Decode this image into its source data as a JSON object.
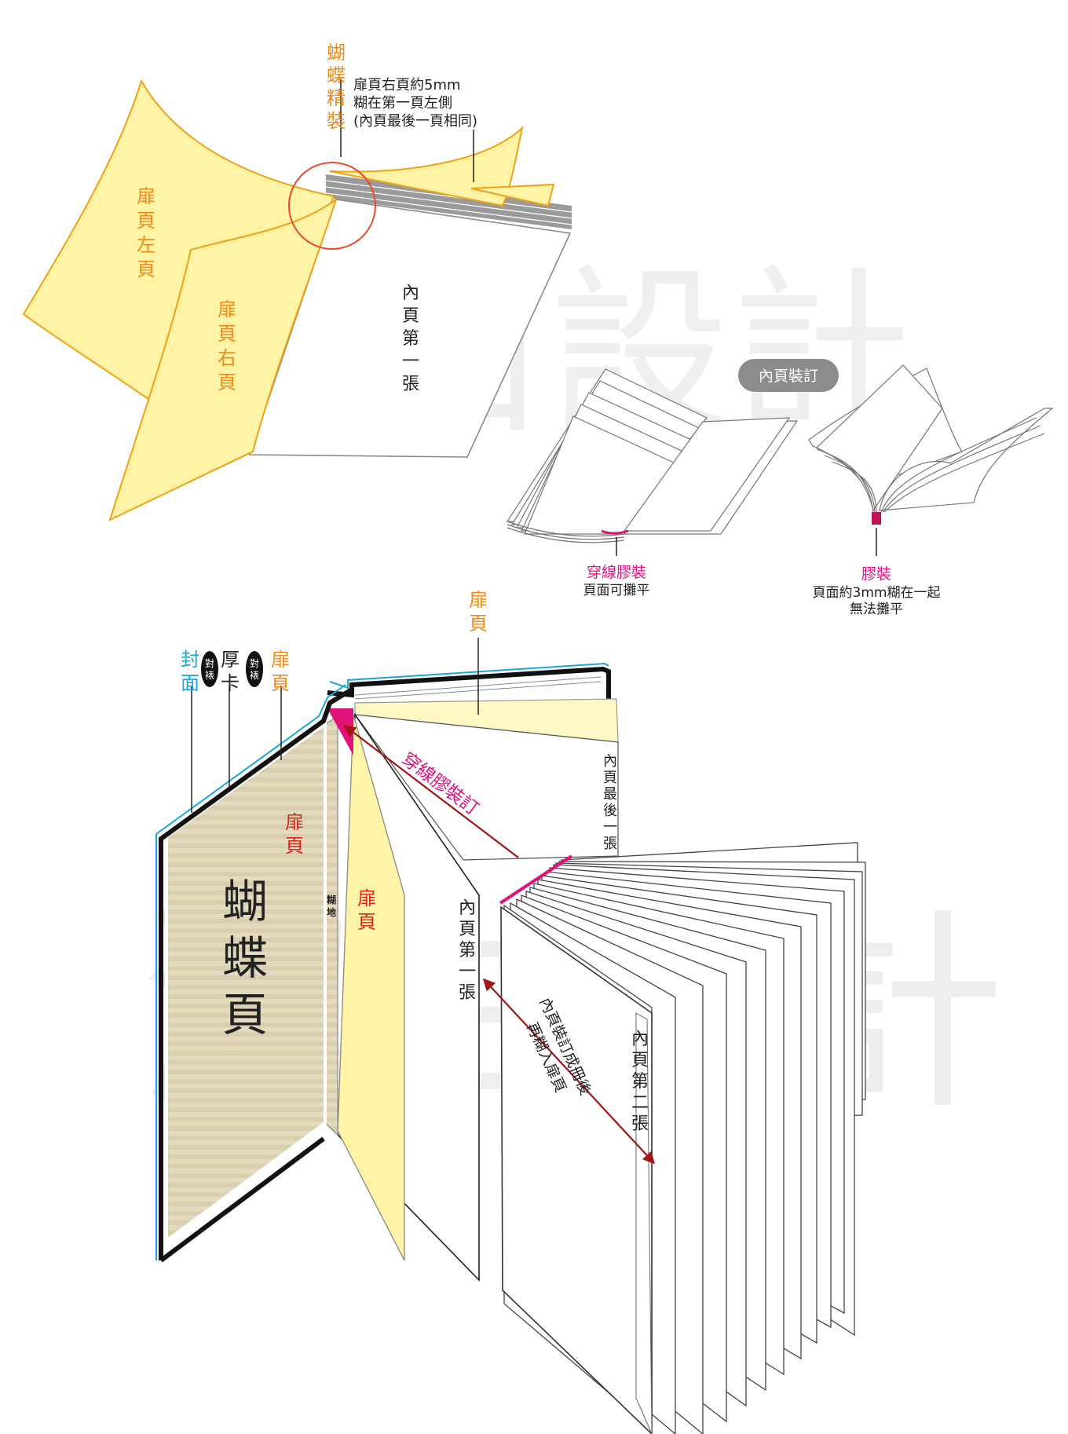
{
  "watermark": {
    "text": "潔白設計",
    "color": "#ececec"
  },
  "colors": {
    "page_yellow": "#fff3a6",
    "page_yellow_light": "#fff8c4",
    "outline_orange": "#f2a114",
    "label_orange": "#f08a1c",
    "label_red": "#e2231a",
    "label_magenta": "#e0127a",
    "label_cyan": "#1aa6d8",
    "arrow_dark_red": "#a21515",
    "stack_gray": "#a7a8aa",
    "circle_red": "#e84a2a",
    "pill_gray": "#8c8c8c",
    "spine_magenta": "#c3125b",
    "grain_tan": "#dfd5b8"
  },
  "top_diagram": {
    "title_vertical": "蝴蝶精裝",
    "note_lines": [
      "扉頁右頁約5mm",
      "糊在第一頁左側",
      "(內頁最後一頁相同)"
    ],
    "left_endpaper_label": "扉頁左頁",
    "right_endpaper_label": "扉頁右頁",
    "first_sheet_label": "內頁第一張"
  },
  "binding_types": {
    "pill_label": "內頁裝訂",
    "sewn": {
      "title": "穿線膠裝",
      "desc": "頁面可攤平"
    },
    "glued": {
      "title": "膠裝",
      "desc_lines": [
        "頁面約3mm糊在一起",
        "無法攤平"
      ]
    }
  },
  "bottom_diagram": {
    "layer_cover": "封面",
    "layer_board": "厚卡",
    "layer_endpaper": "扉頁",
    "badge_1": "對裱",
    "badge_2": "對裱",
    "top_endpaper_label": "扉頁",
    "endpaper_on_board_label": "扉頁",
    "butterfly_label": "蝴蝶頁",
    "glue_strip_label": "糊地",
    "endpaper_flap_label": "扉頁",
    "sewn_binding_label": "穿線膠裝訂",
    "last_sheet_label": "內頁最後一張",
    "first_sheet_label": "內頁第一張",
    "second_sheet_label": "內頁第二張",
    "note_line_1": "內頁裝訂成冊後",
    "note_line_2": "再糊入扉頁"
  }
}
